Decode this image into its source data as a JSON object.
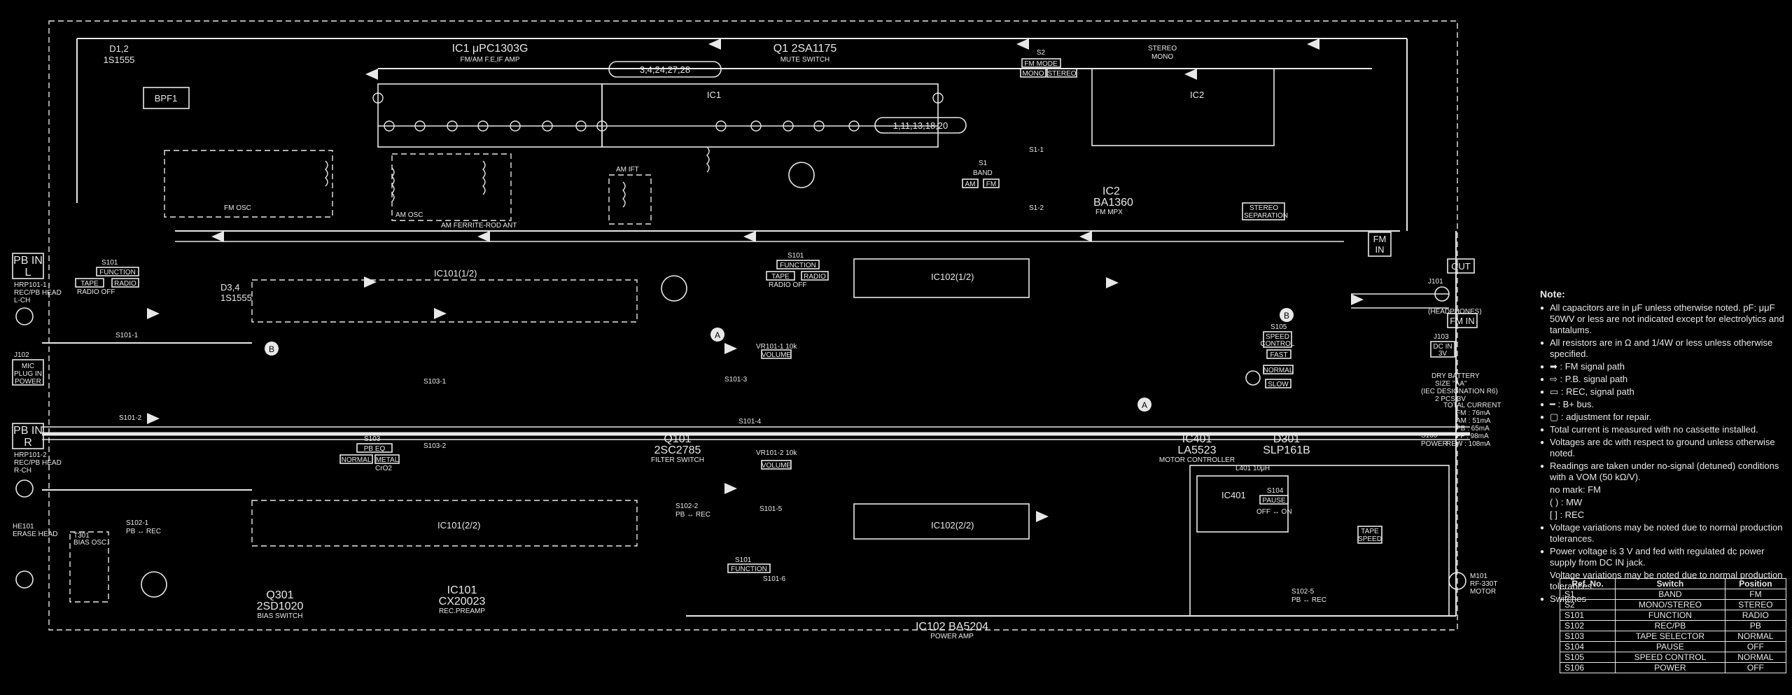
{
  "ics": {
    "ic1": {
      "name": "IC1 μPC1303G",
      "desc": "FM/AM F.E,IF AMP"
    },
    "ic2": {
      "name": "IC2",
      "part": "BA1360",
      "desc": "FM MPX",
      "label": "IC2"
    },
    "ic101": {
      "name": "IC101",
      "part": "CX20023",
      "desc": "REC.PREAMP",
      "half1": "IC101(1/2)",
      "half2": "IC101(2/2)"
    },
    "ic102": {
      "name": "IC102  BA5204",
      "desc": "POWER AMP",
      "half1": "IC102(1/2)",
      "half2": "IC102(2/2)"
    },
    "ic401": {
      "name": "IC401",
      "part": "LA5523",
      "desc": "MOTOR CONTROLLER",
      "label": "IC401"
    }
  },
  "transistors": {
    "q1": {
      "name": "Q1  2SA1175",
      "desc": "MUTE SWITCH"
    },
    "q101": {
      "name": "Q101",
      "part": "2SC2785",
      "desc": "FILTER SWITCH"
    },
    "q301": {
      "name": "Q301",
      "part": "2SD1020",
      "desc": "BIAS SWITCH"
    },
    "d301": {
      "name": "D301",
      "part": "SLP161B"
    }
  },
  "diodes": {
    "d12": {
      "name": "D1,2",
      "part": "1S1555"
    },
    "d34": {
      "name": "D3,4",
      "part": "1S1555"
    }
  },
  "connectors": {
    "pb_in_l": {
      "box": "PB IN\nL",
      "line1": "PB IN",
      "line2": "L",
      "head1": "HRP101-1",
      "head2": "REC/PB HEAD",
      "head3": "L-CH"
    },
    "pb_in_r": {
      "line1": "PB IN",
      "line2": "R",
      "head1": "HRP101-2",
      "head2": "REC/PB HEAD",
      "head3": "R-CH"
    },
    "j102": {
      "name": "J102",
      "l1": "MIC",
      "l2": "PLUG IN",
      "l3": "POWER"
    },
    "he101": {
      "name": "HE101",
      "desc": "ERASE HEAD"
    },
    "j101": {
      "name": "J101",
      "desc": "(HEADPHONES)"
    },
    "j103": {
      "name": "J103",
      "l1": "DC IN",
      "l2": "3V"
    },
    "out": "OUT",
    "fm_in_1": "FM IN",
    "fm_in_2": "FM IN",
    "m101": {
      "name": "M101",
      "part": "RF-330T",
      "desc": "MOTOR"
    },
    "battery": {
      "l1": "DRY BATTERY",
      "l2": "SIZE \"AA\"",
      "l3": "(IEC DESIGNATION R6)",
      "l4": "2 PCS.3V"
    }
  },
  "switches": {
    "s101a": {
      "name": "S101",
      "desc": "FUNCTION",
      "opt1": "TAPE",
      "opt2": "RADIO",
      "opt3": "RADIO OFF"
    },
    "s101b": {
      "name": "S101",
      "desc": "FUNCTION",
      "opt1": "TAPE",
      "opt2": "RADIO",
      "opt3": "RADIO OFF"
    },
    "s101c": {
      "name": "S101",
      "desc": "FUNCTION"
    },
    "s103": {
      "name": "S103",
      "desc": "PB EQ",
      "opt1": "NORMAL",
      "opt2": "METAL",
      "opt3": "CrO2"
    },
    "s2": {
      "name": "S2",
      "desc": "FM MODE",
      "opt1": "MONO",
      "opt2": "STEREO"
    },
    "s1": {
      "name": "S1",
      "desc": "BAND",
      "opt1": "AM",
      "opt2": "FM"
    },
    "s104": {
      "name": "S104",
      "desc": "PAUSE",
      "opt": "OFF ↔ ON"
    },
    "s105": {
      "name": "S105",
      "desc": "SPEED CONTROL",
      "opt1": "FAST",
      "opt2": "NORMAL",
      "opt3": "SLOW"
    },
    "s106": {
      "l1": "S106",
      "l2": "POWER"
    },
    "s102": {
      "name": "S102-2",
      "desc": "PB ↔ REC"
    },
    "s102b": {
      "name": "S102-1",
      "desc": "PB ↔ REC"
    },
    "s102c": {
      "name": "S102-5",
      "desc": "PB ↔ REC"
    },
    "tape_speed": {
      "l1": "TAPE",
      "l2": "SPEED"
    }
  },
  "misc": {
    "bpf1": "BPF1",
    "fm_osc": "FM OSC",
    "am_osc": "AM OSC",
    "am_ferrite": "AM FERRITE-ROD ANT",
    "am_ift": "AM IFT",
    "stereo_sep": "STEREO\nSEPARATION",
    "stereo_mono": "STEREO\nMONO",
    "t301": "T301\nBIAS OSC.",
    "volume1": "VOLUME",
    "volume2": "VOLUME",
    "vr101": "VR101-1\n10k",
    "vr102": "VR101-2\n10k",
    "l401": "L401 10μH",
    "total_current": {
      "l1": "TOTAL CURRENT",
      "l2": "FM : 76mA",
      "l3": "AM : 51mA",
      "l4": "PB : 65mA",
      "l5": "FF : 98mA",
      "l6": "REW : 108mA"
    },
    "pin_list": "3,4,24,27,28",
    "pin_list2": "1,11,13,18,20",
    "b_marker": "B",
    "a_marker": "A",
    "s101_1": "S101-1",
    "s101_2": "S101-2",
    "s101_3": "S101-3",
    "s101_4": "S101-4",
    "s101_5": "S101-5",
    "s101_6": "S101-6",
    "s103_1": "S103-1",
    "s103_2": "S103-2",
    "s1_1": "S1-1",
    "s1_2": "S1-2"
  },
  "notes": {
    "title": "Note:",
    "items": [
      "All capacitors are in μF unless otherwise noted. pF: μμF 50WV or less are not indicated except for electrolytics and tantalums.",
      "All resistors are in Ω and 1/4W or less unless otherwise specified.",
      "➡ : FM signal path",
      "⇨ : P.B. signal path",
      "▭ : REC, signal path",
      "━ : B+ bus.",
      "▢ : adjustment for repair.",
      "Total current is measured with no cassette installed.",
      "Voltages are dc with respect to ground unless otherwise noted.",
      "Readings are taken under no-signal (detuned) conditions with a VOM (50 kΩ/V).",
      "Voltage variations may be noted due to normal production tolerances.",
      "Power voltage is 3 V and fed with regulated dc power supply from DC IN jack.",
      "Switches"
    ],
    "sub_readings": [
      "no mark: FM",
      "(   ) : MW",
      "[   ] : REC"
    ],
    "sub_power": "Voltage variations may be noted due to normal production tolerances."
  },
  "switch_table": {
    "headers": [
      "Ref. No.",
      "Switch",
      "Position"
    ],
    "rows": [
      [
        "S1",
        "BAND",
        "FM"
      ],
      [
        "S2",
        "MONO/STEREO",
        "STEREO"
      ],
      [
        "S101",
        "FUNCTION",
        "RADIO"
      ],
      [
        "S102",
        "REC/PB",
        "PB"
      ],
      [
        "S103",
        "TAPE SELECTOR",
        "NORMAL"
      ],
      [
        "S104",
        "PAUSE",
        "OFF"
      ],
      [
        "S105",
        "SPEED CONTROL",
        "NORMAL"
      ],
      [
        "S106",
        "POWER",
        "OFF"
      ]
    ]
  }
}
